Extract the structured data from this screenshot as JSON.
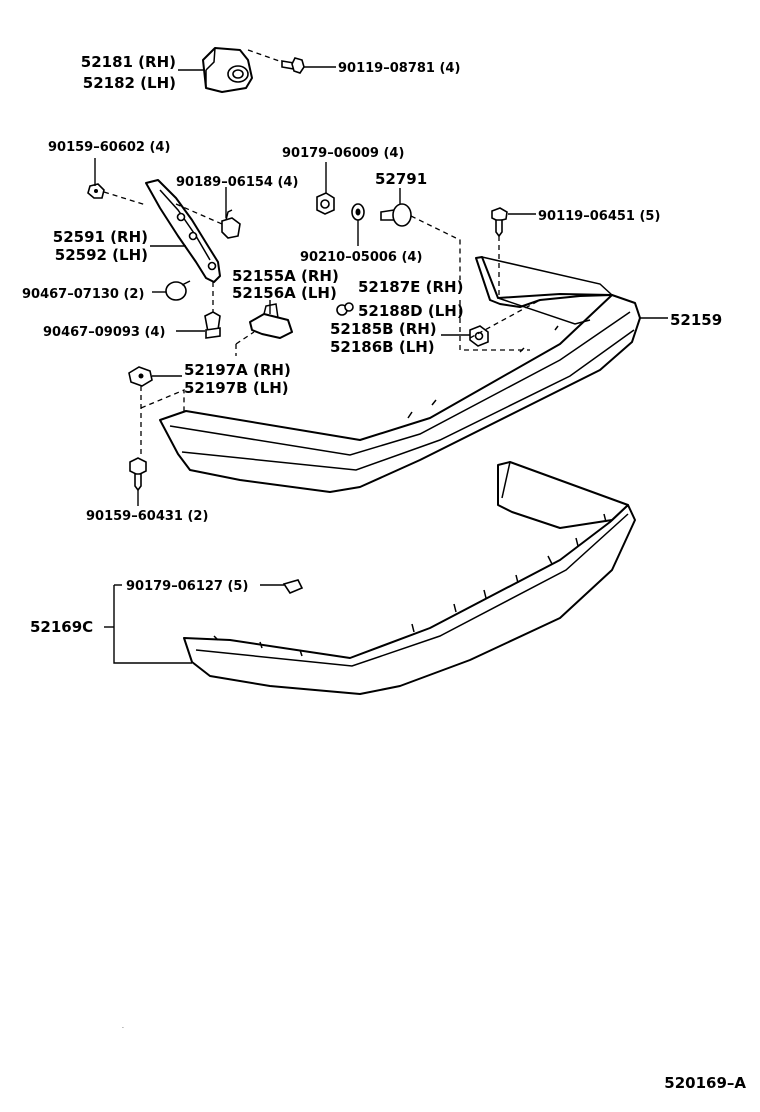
{
  "labels": {
    "p52181": "52181 (RH)",
    "p52182": "52182 (LH)",
    "p90119_08781": "90119–08781 (4)",
    "p90159_60602": "90159–60602 (4)",
    "p90179_06009": "90179–06009 (4)",
    "p52791": "52791",
    "p90189_06154": "90189–06154 (4)",
    "p90119_06451": "90119–06451 (5)",
    "p52591": "52591 (RH)",
    "p52592": "52592 (LH)",
    "p90210_05006": "90210–05006 (4)",
    "p52155A": "52155A (RH)",
    "p52156A": "52156A (LH)",
    "p52187E": "52187E (RH)",
    "p90467_07130": "90467–07130 (2)",
    "p52188D": "52188D (LH)",
    "p52159": "52159",
    "p90467_09093": "90467–09093 (4)",
    "p52185B": "52185B (RH)",
    "p52186B": "52186B (LH)",
    "p52197A": "52197A (RH)",
    "p52197B": "52197B (LH)",
    "p90159_60431": "90159–60431 (2)",
    "p90179_06127": "90179–06127 (5)",
    "p52169C": "52169C",
    "diagram_id": "520169–A"
  }
}
